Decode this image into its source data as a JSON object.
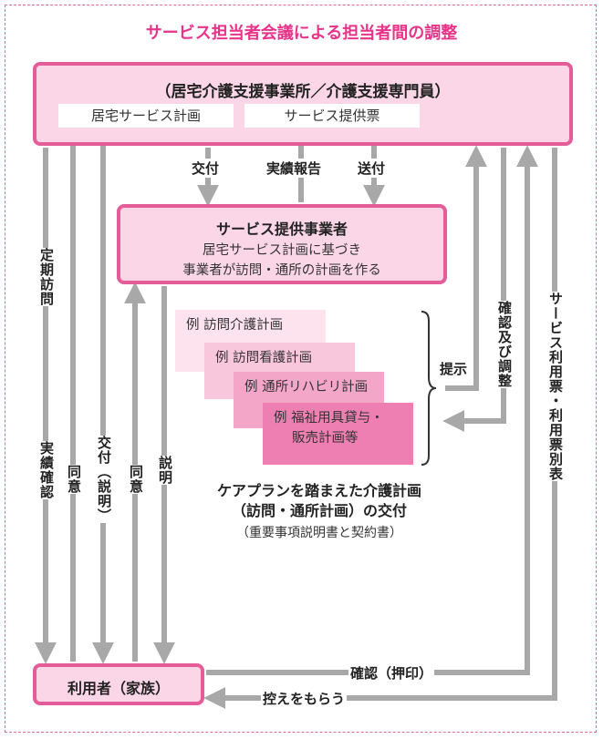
{
  "title": "サービス担当者会議による担当者間の調整",
  "top_box": {
    "name": "（居宅介護支援事業所／介護支援専門員）",
    "plan_label": "居宅サービス計画",
    "ticket_label": "サービス提供票"
  },
  "provider_box": {
    "name": "サービス提供事業者",
    "desc_line1": "居宅サービス計画に基づき",
    "desc_line2": "事業者が訪問・通所の計画を作る"
  },
  "examples": [
    {
      "line1": "例 訪問介護計画",
      "line2": ""
    },
    {
      "line1": "例 訪問看護計画",
      "line2": ""
    },
    {
      "line1": "例 通所リハビリ計画",
      "line2": ""
    },
    {
      "line1": "例 福祉用具貸与・",
      "line2": "販売計画等"
    }
  ],
  "care_plan": {
    "title_line1": "ケアプランを踏まえた介護計画",
    "title_line2": "（訪問・通所計画）の交付",
    "subtitle": "（重要事項説明書と契約書）"
  },
  "user_box": {
    "name": "利用者（家族）"
  },
  "labels": {
    "deliver_top": "交付",
    "report": "実績報告",
    "send": "送付",
    "present": "提示",
    "regular_visit": "定期訪問",
    "results_check": "実績確認",
    "agree1": "同意",
    "deliver_explain": "交付（説明）",
    "agree2": "同意",
    "explain": "説明",
    "confirm_adjust": "確認及び調整",
    "usage_ticket": "サービス利用票・利用票別表",
    "confirm_stamp": "確認（押印）",
    "receive_copy": "控えをもらう"
  },
  "colors": {
    "accent": "#e8338a",
    "border": "#e45c98",
    "box_fill": "#fbd6e6",
    "arrow": "#a8a8a8"
  }
}
